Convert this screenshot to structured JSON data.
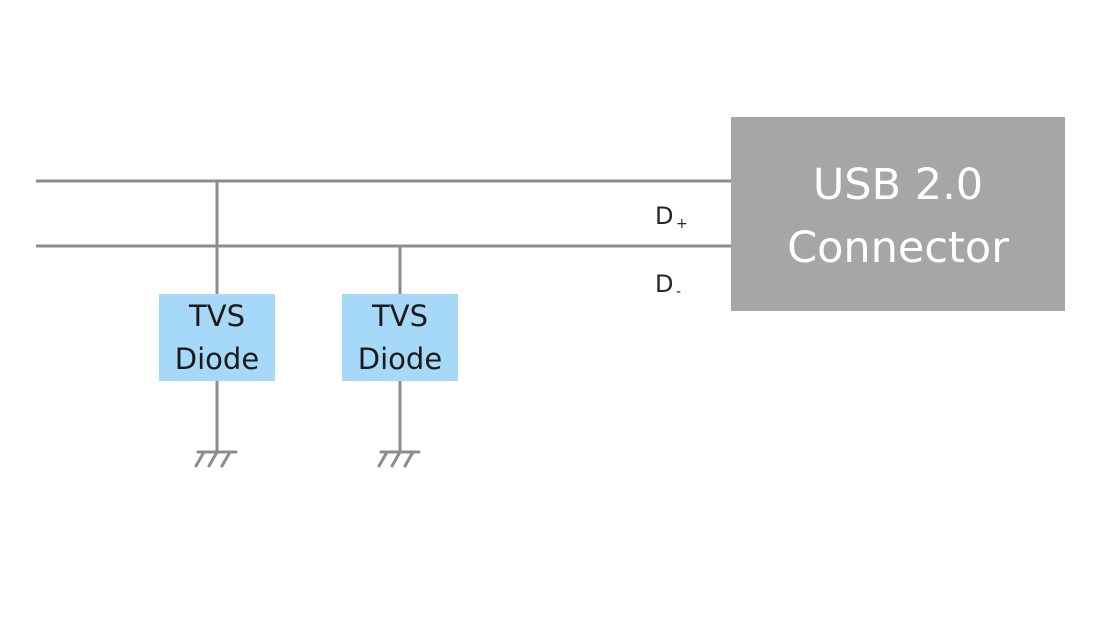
{
  "connector": {
    "line1": "USB 2.0",
    "line2": "Connector",
    "color": "#a6a6a6",
    "text_color": "#ffffff"
  },
  "signals": {
    "dplus": {
      "letter": "D",
      "sub": "+"
    },
    "dminus": {
      "letter": "D",
      "sub": "-"
    }
  },
  "tvs_diodes": [
    {
      "line1": "TVS",
      "line2": "Diode"
    },
    {
      "line1": "TVS",
      "line2": "Diode"
    }
  ],
  "colors": {
    "wire": "#8c8c8c",
    "tvs_fill": "#a6d9f7"
  }
}
